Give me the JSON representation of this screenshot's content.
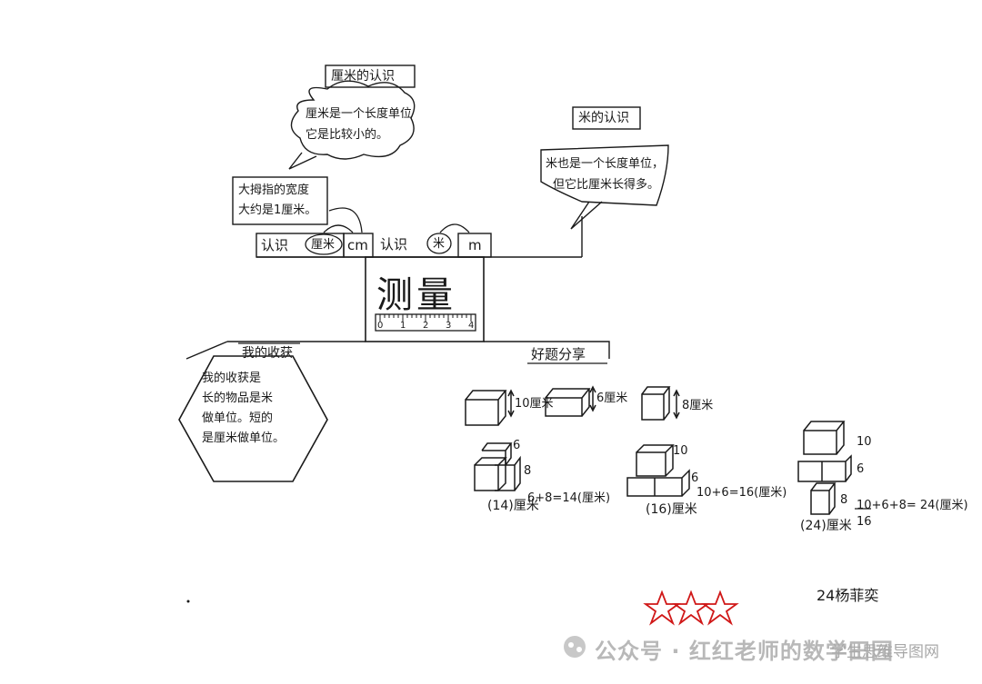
{
  "center": {
    "title": "测量",
    "ruler_ticks": [
      "0",
      "1",
      "2",
      "3",
      "4"
    ]
  },
  "branch_top": {
    "row_label_1": "认识",
    "cm_circled": "厘米",
    "cm_symbol": "cm",
    "row_label_2": "认识",
    "m_circled": "米",
    "m_symbol": "m"
  },
  "cm_section": {
    "title": "厘米的认识",
    "bubble_line1": "厘米是一个长度单位",
    "bubble_line2": "它是比较小的。",
    "note_line1": "大拇指的宽度",
    "note_line2": "大约是1厘米。"
  },
  "m_section": {
    "title": "米的认识",
    "bubble_line1": "米也是一个长度单位，",
    "bubble_line2": "但它比厘米长得多。"
  },
  "harvest": {
    "title": "我的收获",
    "line1": "我的收获是",
    "line2": "长的物品是米",
    "line3": "做单位。短的",
    "line4": "是厘米做单位。"
  },
  "problems": {
    "title": "好题分享",
    "box1_label": "10厘米",
    "box2_label": "6厘米",
    "box3_label": "8厘米",
    "stack1_top": "6",
    "stack1_bottom": "8",
    "stack1_answer": "(14)厘米",
    "stack1_calc": "6+8=14(厘米)",
    "stack2_top": "10",
    "stack2_bottom": "6",
    "stack2_answer": "(16)厘米",
    "stack2_calc": "10+6=16(厘米)",
    "stack3_top": "10",
    "stack3_mid": "6",
    "stack3_bottom": "8",
    "stack3_answer": "(24)厘米",
    "stack3_calc": "10+6+8= 24(厘米)",
    "stack3_sub": "16"
  },
  "signature": "24杨菲奕",
  "watermark": {
    "main": "公众号 · 红红老师的数学田园",
    "sub": "学生思维导图网"
  }
}
